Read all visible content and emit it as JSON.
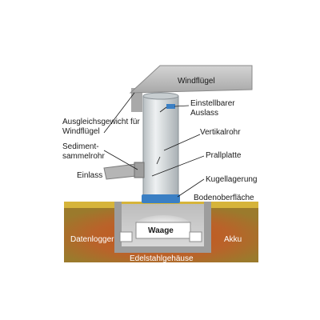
{
  "labels": {
    "windfluegel": "Windflügel",
    "einstellbarer_1": "Einstellbarer",
    "einstellbarer_2": "Auslass",
    "ausgleich_1": "Ausgleichsgewicht für",
    "ausgleich_2": "Windflügel",
    "vertikalrohr": "Vertikalrohr",
    "sediment_1": "Sediment-",
    "sediment_2": "sammelrohr",
    "prallplatte": "Prallplatte",
    "einlass": "Einlass",
    "kugellagerung": "Kugellagerung",
    "bodenoberflaeche": "Bodenoberfläche",
    "datenlogger": "Datenlogger",
    "akku": "Akku",
    "waage": "Waage",
    "edelstahlgehaeuse": "Edelstahlgehäuse"
  },
  "colors": {
    "soil_center": "#c15a1e",
    "soil_edge": "#a9742a",
    "ground_strip": "#d6b43a",
    "housing": "#c9c9c9",
    "tube": "#d4d8da",
    "bearing": "#3a7fc4",
    "vane": "#bdbdbd"
  }
}
